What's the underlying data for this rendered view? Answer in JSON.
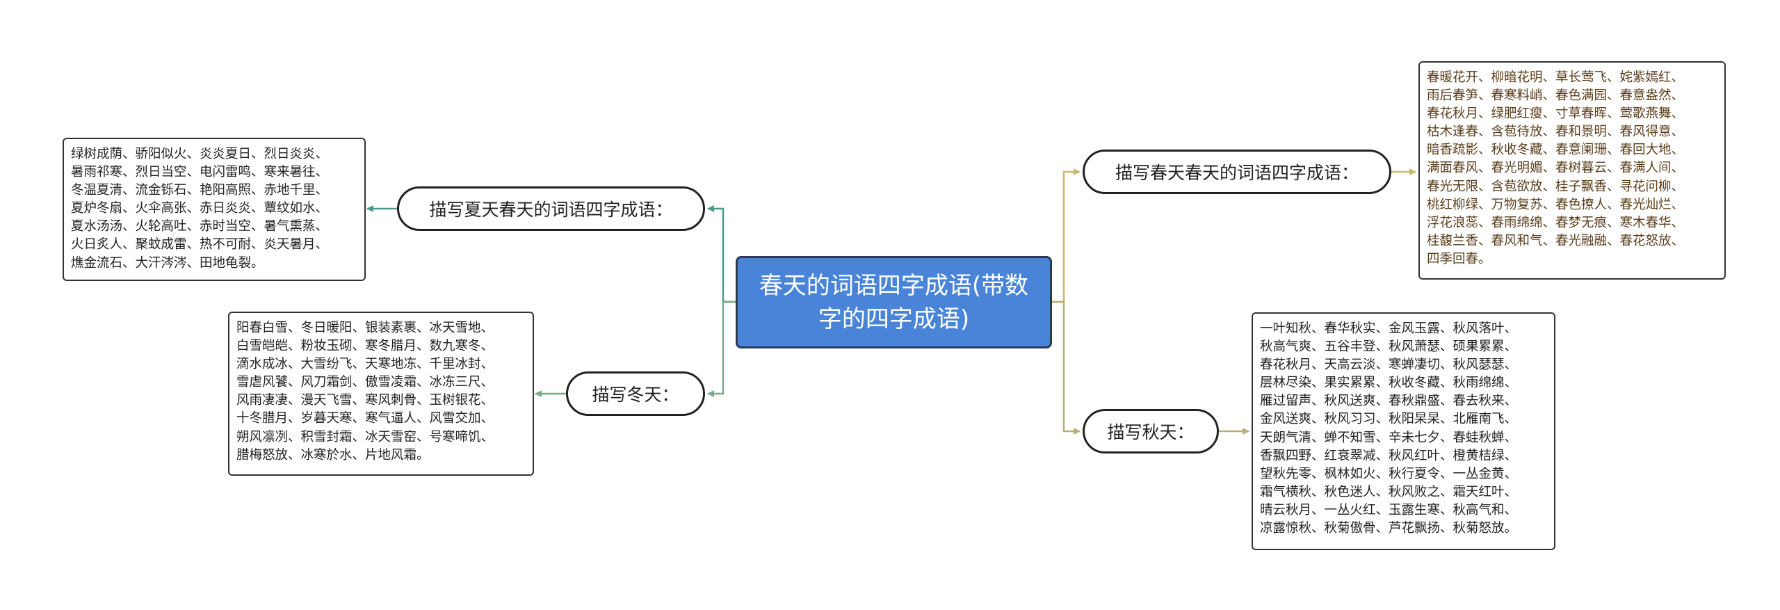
{
  "root": {
    "title": "春天的词语四字成语(带数字的四字成语)",
    "fill": "#4a84d8"
  },
  "branches": {
    "summer": {
      "label": "描写夏天春天的词语四字成语：",
      "connector_color": "#4a9a8a",
      "text": "绿树成荫、骄阳似火、炎炎夏日、烈日炎炎、\n暑雨祁寒、烈日当空、电闪雷鸣、寒来暑往、\n冬温夏清、流金铄石、艳阳高照、赤地千里、\n夏炉冬扇、火伞高张、赤日炎炎、蕈纹如水、\n夏水汤汤、火轮高吐、赤时当空、暑气熏蒸、\n火日炙人、聚蚊成雷、热不可耐、炎天暑月、\n燋金流石、大汗涔涔、田地龟裂。"
    },
    "winter": {
      "label": "描写冬天：",
      "connector_color": "#7aa888",
      "text": "阳春白雪、冬日暖阳、银装素裹、冰天雪地、\n白雪皑皑、粉妆玉砌、寒冬腊月、数九寒冬、\n滴水成冰、大雪纷飞、天寒地冻、千里冰封、\n雪虐风饕、风刀霜剑、傲雪凌霜、冰冻三尺、\n风雨凄凄、漫天飞雪、寒风刺骨、玉树银花、\n十冬腊月、岁暮天寒、寒气逼人、风雪交加、\n朔风凛冽、积雪封霜、冰天雪窑、号寒啼饥、\n腊梅怒放、冰寒於水、片地风霜。"
    },
    "spring": {
      "label": "描写春天春天的词语四字成语：",
      "connector_color": "#c8b870",
      "text": "春暖花开、柳暗花明、草长莺飞、姹紫嫣红、\n雨后春笋、春寒料峭、春色满园、春意盎然、\n春花秋月、绿肥红瘦、寸草春晖、莺歌燕舞、\n枯木逢春、含苞待放、春和景明、春风得意、\n暗香疏影、秋收冬藏、春意阑珊、春回大地、\n满面春风、春光明媚、春树暮云、春满人间、\n春光无限、含苞欲放、桂子飘香、寻花问柳、\n桃红柳绿、万物复苏、春色撩人、春光灿烂、\n浮花浪蕊、春雨绵绵、春梦无痕、寒木春华、\n桂馥兰香、春风和气、春光融融、春花怒放、\n四季回春。"
    },
    "autumn": {
      "label": "描写秋天：",
      "connector_color": "#b8b070",
      "text": "一叶知秋、春华秋实、金风玉露、秋风落叶、\n秋高气爽、五谷丰登、秋风萧瑟、硕果累累、\n春花秋月、天高云淡、寒蝉凄切、秋风瑟瑟、\n层林尽染、果实累累、秋收冬藏、秋雨绵绵、\n雁过留声、秋风送爽、春秋鼎盛、春去秋来、\n金风送爽、秋风习习、秋阳杲杲、北雁南飞、\n天朗气清、蝉不知雪、辛未七夕、春蛙秋蝉、\n香飘四野、红衰翠减、秋风红叶、橙黄桔绿、\n望秋先零、枫林如火、秋行夏令、一丛金黄、\n霜气横秋、秋色迷人、秋风败之、霜天红叶、\n晴云秋月、一丛火红、玉露生寒、秋高气和、\n凉露惊秋、秋菊傲骨、芦花飘扬、秋菊怒放。"
    }
  }
}
